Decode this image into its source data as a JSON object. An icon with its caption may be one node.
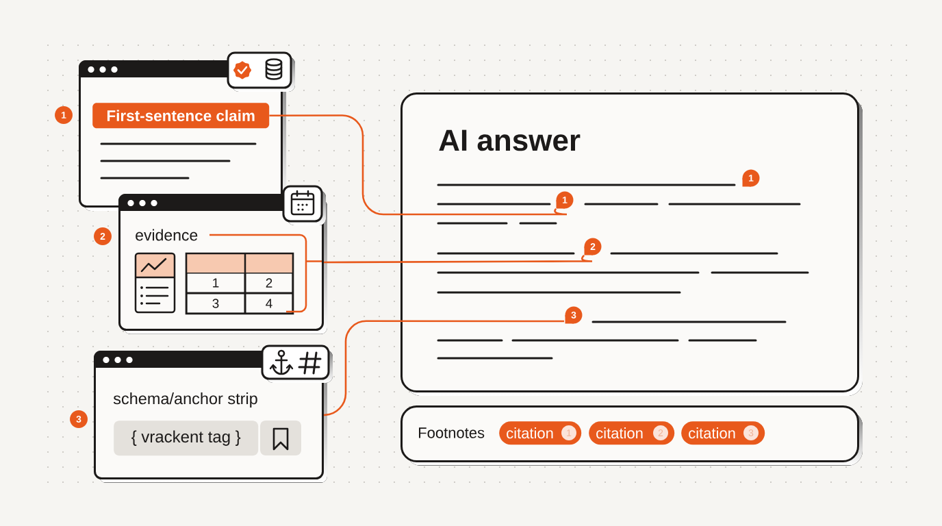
{
  "diagram": {
    "nodes": [
      {
        "text": [],
        "shape": "box"
      },
      {
        "text": [
          "First-sentence claim"
        ],
        "in": 0
      },
      {
        "text": [
          "1"
        ]
      },
      {
        "text": [
          "evidence"
        ]
      },
      {
        "text": [
          "2"
        ]
      },
      {
        "text": [
          "schema/anchor strip"
        ]
      },
      {
        "text": [
          "{ vrackent tag }"
        ],
        "in": 5
      },
      {
        "text": [
          "3"
        ]
      },
      {
        "text": [
          "AI answer"
        ]
      },
      {
        "text": [
          "1"
        ],
        "in": 8
      },
      {
        "text": [
          "1"
        ],
        "in": 8
      },
      {
        "text": [
          "2"
        ],
        "in": 8
      },
      {
        "text": [
          "3"
        ],
        "in": 8
      },
      {
        "text": [
          "Footnotes"
        ]
      },
      {
        "text": [
          "citation"
        ],
        "in": 13
      },
      {
        "text": [
          "1"
        ],
        "in": 14
      },
      {
        "text": [
          "citation"
        ],
        "in": 13
      },
      {
        "text": [
          "2"
        ],
        "in": 16
      },
      {
        "text": [
          "citation"
        ],
        "in": 13
      },
      {
        "text": [
          "3"
        ],
        "in": 18
      }
    ],
    "edges": [
      {
        "from": 1,
        "to": 10,
        "arrow": "none"
      },
      {
        "from": 3,
        "to": 11,
        "arrow": "none"
      },
      {
        "from": 5,
        "to": 12,
        "arrow": "none"
      }
    ],
    "labels": [
      "1",
      "2",
      "3",
      "4"
    ]
  }
}
